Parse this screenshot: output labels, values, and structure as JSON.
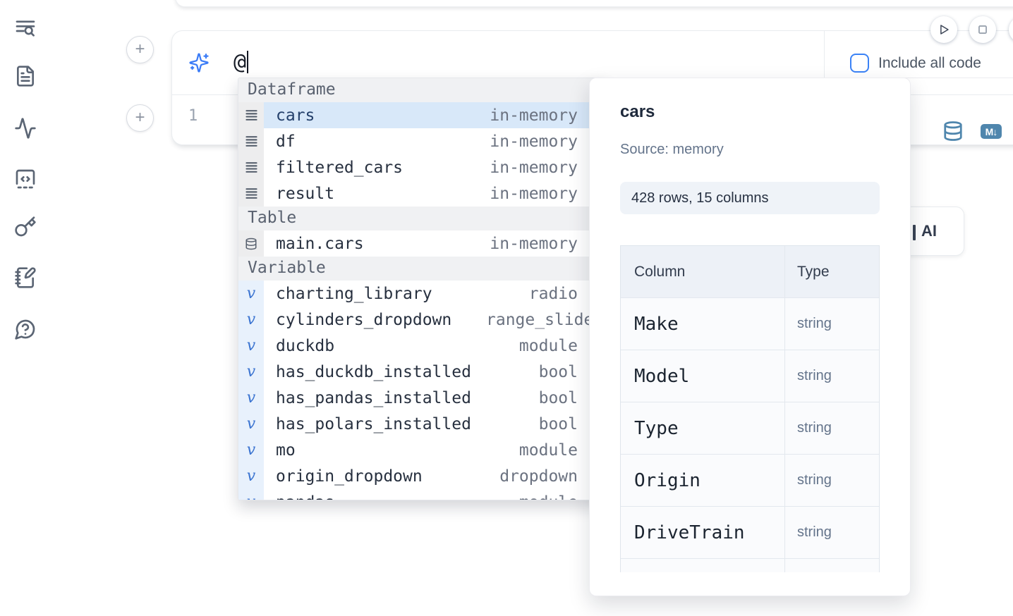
{
  "sidebar": {
    "icons": [
      "text-search",
      "file-text",
      "activity",
      "square-dashed-bottom-code",
      "key",
      "notebook-pen",
      "message-circle-question"
    ]
  },
  "prompt_bar": {
    "typed_text": "@",
    "include_all_code_label": "Include all code",
    "checkbox_checked": false,
    "sparkles_icon": "sparkles"
  },
  "run_controls": {
    "play_icon": "play",
    "stop_icon": "stop"
  },
  "editor": {
    "line_number": "1"
  },
  "cell_actions": {
    "database_icon": "database",
    "markdown_badge": "M↓"
  },
  "autocomplete": {
    "variable_glyph": "v",
    "sections": [
      {
        "label": "Dataframe",
        "items": [
          {
            "name": "cars",
            "type": "in-memory",
            "selected": true
          },
          {
            "name": "df",
            "type": "in-memory"
          },
          {
            "name": "filtered_cars",
            "type": "in-memory"
          },
          {
            "name": "result",
            "type": "in-memory"
          }
        ]
      },
      {
        "label": "Table",
        "items": [
          {
            "name": "main.cars",
            "type": "in-memory"
          }
        ]
      },
      {
        "label": "Variable",
        "items": [
          {
            "name": "charting_library",
            "type": "radio"
          },
          {
            "name": "cylinders_dropdown",
            "type": "range_slider"
          },
          {
            "name": "duckdb",
            "type": "module"
          },
          {
            "name": "has_duckdb_installed",
            "type": "bool"
          },
          {
            "name": "has_pandas_installed",
            "type": "bool"
          },
          {
            "name": "has_polars_installed",
            "type": "bool"
          },
          {
            "name": "mo",
            "type": "module"
          },
          {
            "name": "origin_dropdown",
            "type": "dropdown"
          },
          {
            "name": "pandas",
            "type": "module"
          }
        ]
      }
    ]
  },
  "preview": {
    "title": "cars",
    "source": "Source: memory",
    "shape_badge": "428 rows, 15 columns",
    "table": {
      "col_header": "Column",
      "type_header": "Type",
      "rows": [
        {
          "column": "Make",
          "type": "string"
        },
        {
          "column": "Model",
          "type": "string"
        },
        {
          "column": "Type",
          "type": "string"
        },
        {
          "column": "Origin",
          "type": "string"
        },
        {
          "column": "DriveTrain",
          "type": "string"
        }
      ]
    }
  },
  "ai_button": {
    "visible_label": "AI"
  },
  "colors": {
    "accent_blue": "#3b82f6",
    "steel_blue": "#4f86ad",
    "selected_row_bg": "#d8e8f9",
    "badge_bg": "#eff3f8"
  }
}
